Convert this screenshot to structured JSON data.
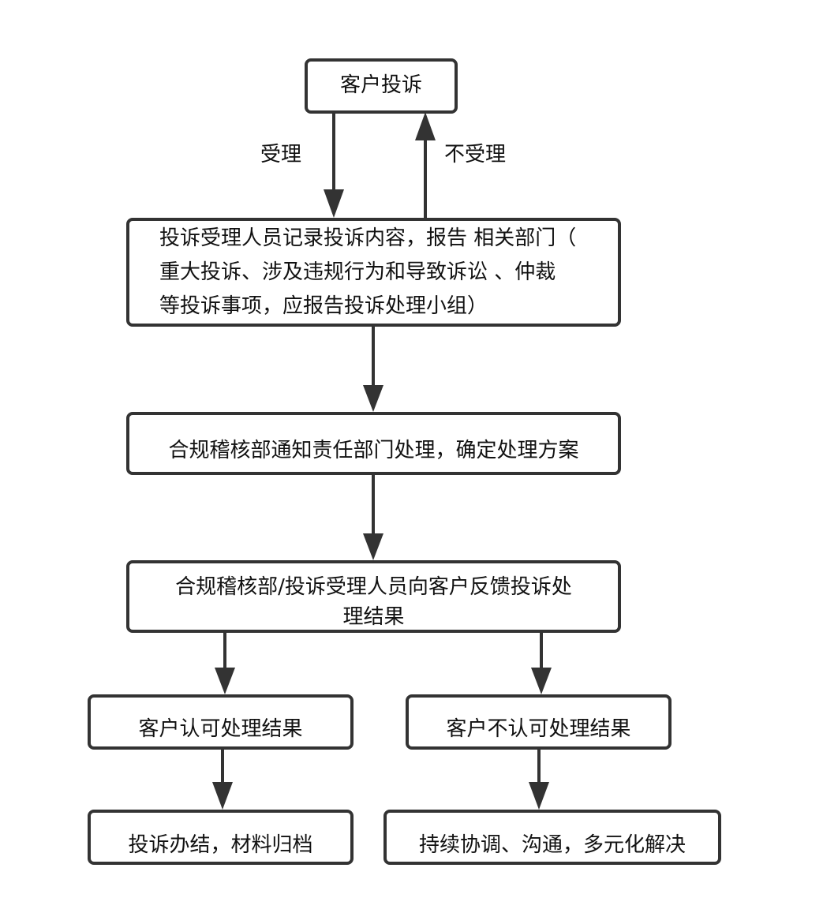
{
  "diagram": {
    "nodes": {
      "complaint": "客户投诉",
      "record": "投诉受理人员记录投诉内容，报告 相关部门（重大投诉、涉及违规行为和导致诉讼 、仲裁等投诉事项，应报告投诉处理小组）",
      "record_lines": [
        "投诉受理人员记录投诉内容，报告  相关部门（",
        "重大投诉、涉及违规行为和导致诉讼 、仲裁",
        "等投诉事项，应报告投诉处理小组）"
      ],
      "notify": "合规稽核部通知责任部门处理，确定处理方案",
      "feedback_line1": "合规稽核部/投诉受理人员向客户反馈投诉处",
      "feedback_line2": "理结果",
      "accept_result": "客户认可处理结果",
      "reject_result": "客户不认可处理结果",
      "close": "投诉办结，材料归档",
      "continue": "持续协调、沟通，多元化解决"
    },
    "edge_labels": {
      "accepted": "受理",
      "not_accepted": "不受理"
    },
    "edges": [
      {
        "from": "complaint",
        "to": "record",
        "label": "受理"
      },
      {
        "from": "record",
        "to": "complaint",
        "label": "不受理"
      },
      {
        "from": "record",
        "to": "notify"
      },
      {
        "from": "notify",
        "to": "feedback"
      },
      {
        "from": "feedback",
        "to": "accept_result"
      },
      {
        "from": "feedback",
        "to": "reject_result"
      },
      {
        "from": "accept_result",
        "to": "close"
      },
      {
        "from": "reject_result",
        "to": "continue"
      }
    ],
    "line_color": "#333333"
  }
}
